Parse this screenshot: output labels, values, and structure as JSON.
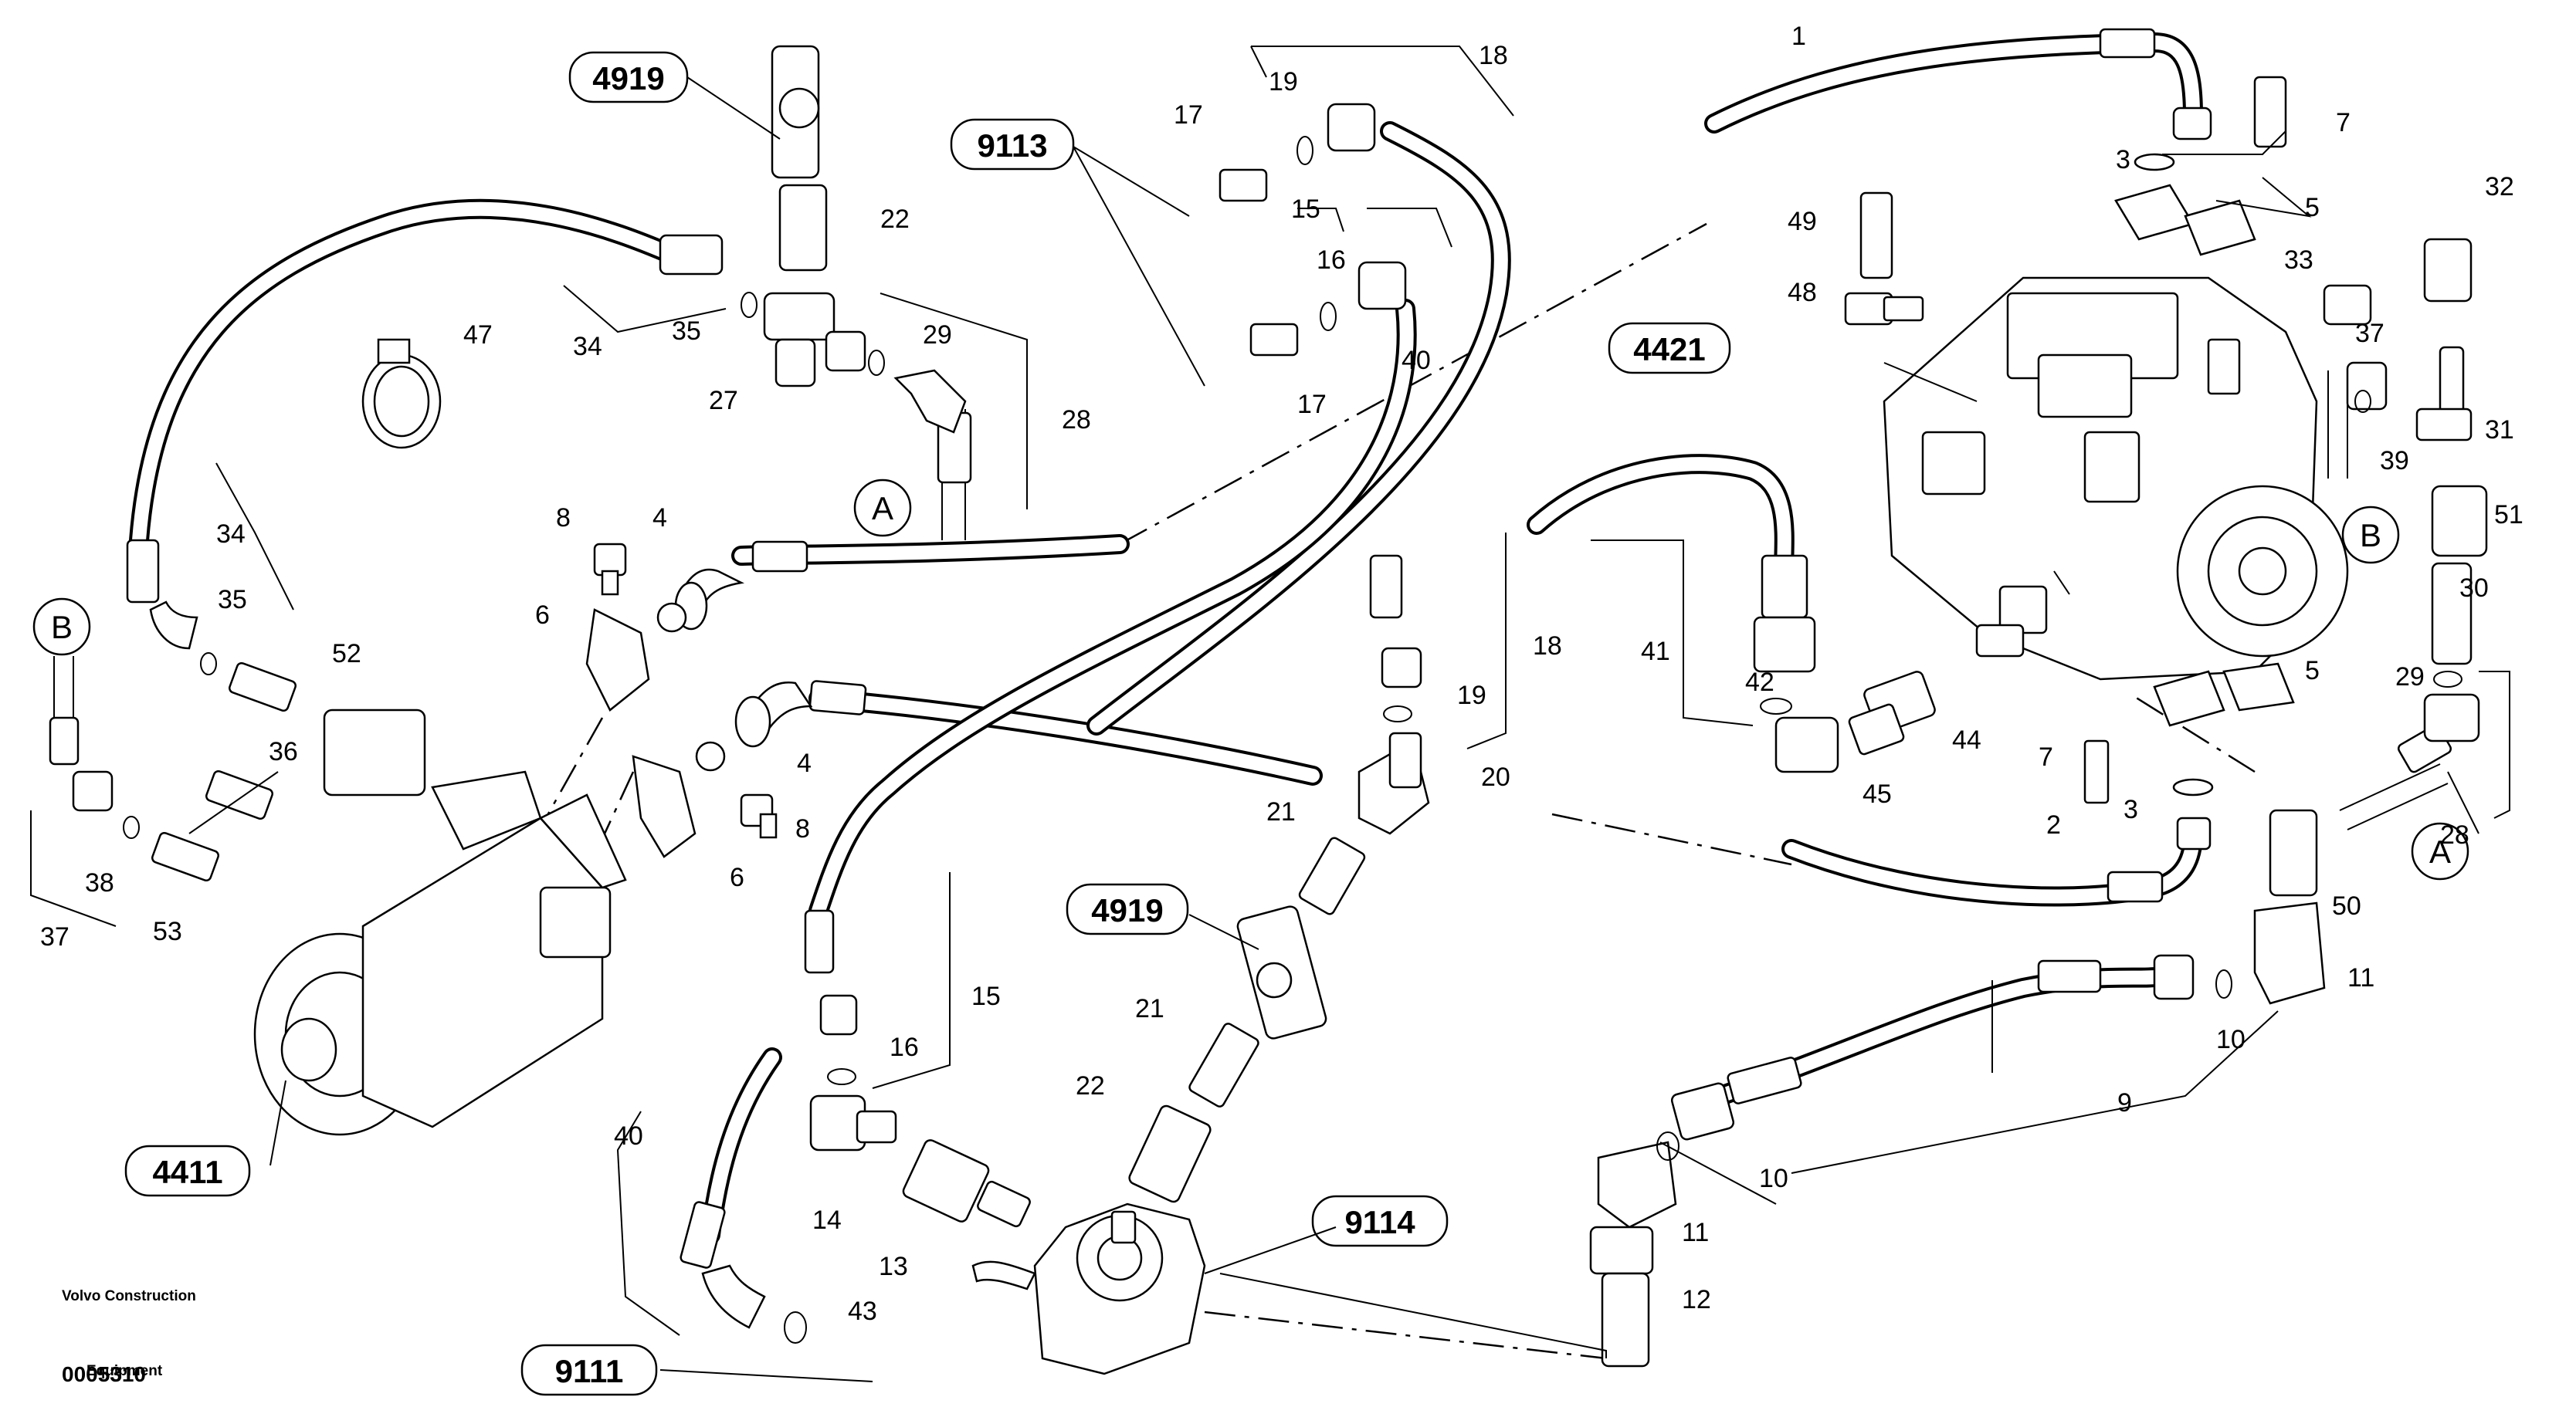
{
  "diagram": {
    "brand_line1": "Volvo Construction",
    "brand_line2": "Equipment",
    "drawing_number": "0005310",
    "refs": [
      "4919",
      "9113",
      "4421",
      "4411",
      "4919",
      "9114",
      "9111"
    ],
    "circle_labels": [
      "A",
      "B",
      "B",
      "A"
    ],
    "part_numbers": [
      "1",
      "2",
      "3",
      "3",
      "4",
      "4",
      "5",
      "5",
      "6",
      "6",
      "7",
      "7",
      "8",
      "8",
      "9",
      "10",
      "10",
      "11",
      "11",
      "12",
      "13",
      "14",
      "15",
      "15",
      "16",
      "16",
      "17",
      "17",
      "18",
      "18",
      "19",
      "19",
      "20",
      "21",
      "21",
      "22",
      "22",
      "27",
      "28",
      "28",
      "29",
      "29",
      "30",
      "31",
      "32",
      "33",
      "34",
      "34",
      "35",
      "35",
      "36",
      "37",
      "37",
      "38",
      "39",
      "40",
      "40",
      "41",
      "42",
      "43",
      "44",
      "45",
      "47",
      "48",
      "49",
      "50",
      "51",
      "52",
      "53"
    ]
  }
}
